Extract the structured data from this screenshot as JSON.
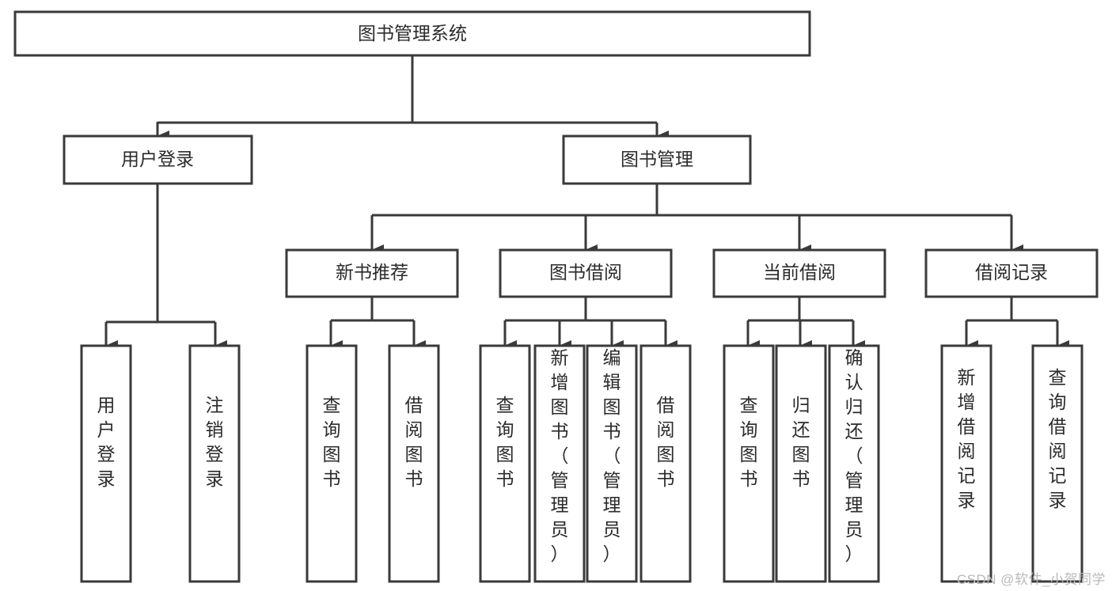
{
  "diagram": {
    "title": "图书管理系统",
    "watermark": "CSDN @软件_小贺同学",
    "style": {
      "box_fill": "#ffffff",
      "box_stroke": "#3a3a3a",
      "text_color": "#2b2b2b",
      "watermark_color": "#b9b9b9",
      "background": "#ffffff"
    },
    "root": {
      "label": "图书管理系统",
      "orientation": "horizontal"
    },
    "level2": [
      {
        "label": "用户登录",
        "orientation": "horizontal"
      },
      {
        "label": "图书管理",
        "orientation": "horizontal"
      }
    ],
    "level3": [
      {
        "label": "新书推荐",
        "orientation": "horizontal"
      },
      {
        "label": "图书借阅",
        "orientation": "horizontal"
      },
      {
        "label": "当前借阅",
        "orientation": "horizontal"
      },
      {
        "label": "借阅记录",
        "orientation": "horizontal"
      }
    ],
    "leaves": {
      "user_login": [
        {
          "label": "用户登录",
          "orientation": "vertical"
        },
        {
          "label": "注销登录",
          "orientation": "vertical"
        }
      ],
      "new_book_recommend": [
        {
          "label": "查询图书",
          "orientation": "vertical"
        },
        {
          "label": "借阅图书",
          "orientation": "vertical"
        }
      ],
      "book_borrow": [
        {
          "label": "查询图书",
          "orientation": "vertical"
        },
        {
          "label": "新增图书（管理员）",
          "orientation": "vertical"
        },
        {
          "label": "编辑图书（管理员）",
          "orientation": "vertical"
        },
        {
          "label": "借阅图书",
          "orientation": "vertical"
        }
      ],
      "current_borrow": [
        {
          "label": "查询图书",
          "orientation": "vertical"
        },
        {
          "label": "归还图书",
          "orientation": "vertical"
        },
        {
          "label": "确认归还（管理员）",
          "orientation": "vertical"
        }
      ],
      "borrow_record": [
        {
          "label": "新增借阅记录",
          "orientation": "vertical"
        },
        {
          "label": "查询借阅记录",
          "orientation": "vertical"
        }
      ]
    }
  }
}
